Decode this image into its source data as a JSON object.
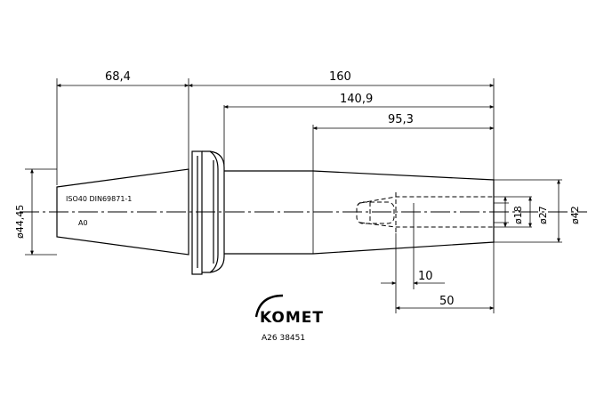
{
  "drawing": {
    "dimensions": {
      "d_68_4": "68,4",
      "d_160": "160",
      "d_140_9": "140,9",
      "d_95_3": "95,3",
      "d_10": "10",
      "d_50": "50",
      "d_dia_44_45": "ø44,45",
      "d_dia_18": "ø18",
      "d_dia_27": "ø27",
      "d_dia_42": "ø42"
    },
    "cone_text_line1": "ISO40 DIN69871-1",
    "cone_text_line2": "A0",
    "logo_text": "KOMET",
    "part_code": "A26 38451"
  }
}
